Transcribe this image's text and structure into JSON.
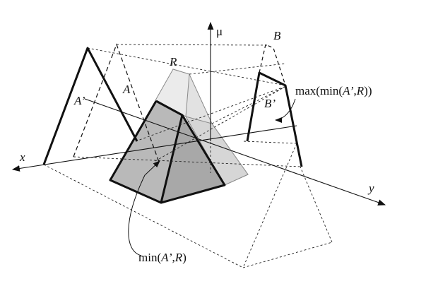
{
  "diagram": {
    "labels": {
      "x_axis": "x",
      "y_axis": "y",
      "mu_axis": "μ",
      "A": "A",
      "A_prime": "A’",
      "R": "R",
      "B": "B",
      "B_prime": "B’",
      "max_fn": "max",
      "min_fn": "min",
      "min_args_A": "A’",
      "min_args_R": "R",
      "min_top_paren_open": "(",
      "min_top_sep": ",",
      "min_top_paren_close": ")",
      "max_open": "(",
      "max_close": ")"
    }
  }
}
